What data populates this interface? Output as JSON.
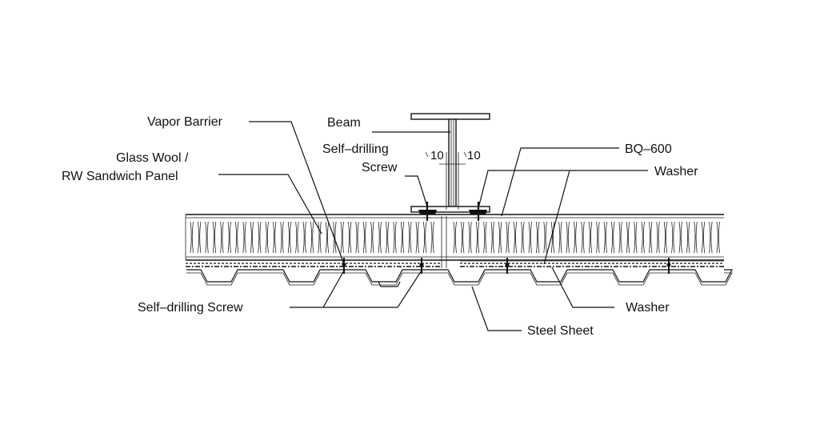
{
  "labels": {
    "vapor_barrier": "Vapor Barrier",
    "glass_wool_1": "Glass Wool /",
    "glass_wool_2": "RW Sandwich Panel",
    "beam": "Beam",
    "screw_top_1": "Self–drilling",
    "screw_top_2": "Screw",
    "dim_left": "10",
    "dim_right": "10",
    "bq600": "BQ–600",
    "washer_top": "Washer",
    "screw_bottom": "Self–drilling Screw",
    "washer_bottom": "Washer",
    "steel_sheet": "Steel Sheet"
  }
}
